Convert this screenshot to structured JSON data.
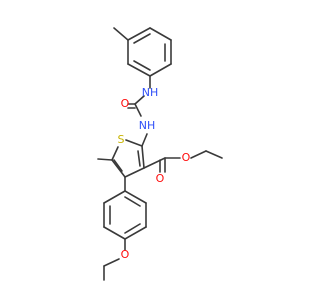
{
  "molecule": {
    "atoms": {
      "nh_top": "NH",
      "o_carbonyl_urea": "O",
      "nh_thiophene": "NH",
      "s_ring": "S",
      "o_carbonyl_ester": "O",
      "o_ester": "O",
      "o_ether": "O"
    },
    "colors": {
      "bond": "#3a3a3a",
      "nitrogen": "#3050f8",
      "oxygen": "#ff0d0d",
      "sulfur": "#c8b400"
    }
  }
}
